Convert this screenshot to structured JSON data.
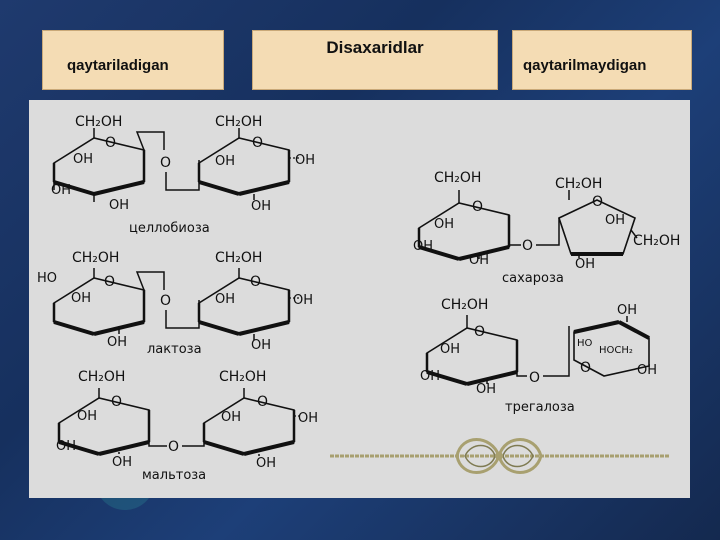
{
  "header": {
    "left_label": "qaytariladigan",
    "center_title": "Disaxaridlar",
    "right_label": "qaytarilmaydigan"
  },
  "molecules": {
    "cellobiose": {
      "name": "целлобиоза",
      "ring1": {
        "ch2oh": "CH₂OH",
        "o": "O",
        "oh_inner": "OH",
        "oh_left": "OH",
        "oh_bottom": "OH"
      },
      "bridge_o": "O",
      "ring2": {
        "ch2oh": "CH₂OH",
        "o": "O",
        "oh_inner": "OH",
        "oh_right": "OH",
        "oh_bottom": "OH"
      }
    },
    "lactose": {
      "name": "лактоза",
      "ring1": {
        "ch2oh": "CH₂OH",
        "o": "O",
        "ho": "HO",
        "oh_inner": "OH",
        "oh_bottom": "OH"
      },
      "bridge_o": "O",
      "ring2": {
        "ch2oh": "CH₂OH",
        "o": "O",
        "oh_inner": "OH",
        "oh_right": "OH",
        "oh_bottom": "OH"
      }
    },
    "maltose": {
      "name": "мальтоза",
      "ring1": {
        "ch2oh": "CH₂OH",
        "o": "O",
        "oh_inner": "OH",
        "oh_left": "OH",
        "oh_bottom": "OH"
      },
      "bridge_o": "O",
      "ring2": {
        "ch2oh": "CH₂OH",
        "o": "O",
        "oh_inner": "OH",
        "oh_right": "OH",
        "oh_bottom": "OH"
      }
    },
    "sucrose": {
      "name": "сахароза",
      "ring1": {
        "ch2oh": "CH₂OH",
        "o": "O",
        "oh_inner": "OH",
        "oh_left": "OH",
        "oh_bottom": "OH"
      },
      "bridge_o": "O",
      "ring2": {
        "ch2oh_top": "CH₂OH",
        "o": "O",
        "oh_inner": "OH",
        "ch2oh_right": "CH₂OH",
        "oh_bottom": "OH"
      }
    },
    "trehalose": {
      "name": "трегалоза",
      "ring1": {
        "ch2oh": "CH₂OH",
        "o": "O",
        "oh_inner": "OH",
        "oh_left": "OH",
        "oh_bottom": "OH"
      },
      "bridge_o": "O",
      "ring2": {
        "oh_top": "OH",
        "ho": "HO",
        "hoch2": "HOCH₂",
        "o": "O",
        "oh_right": "OH"
      }
    }
  },
  "colors": {
    "background": "#1d3f78",
    "header_box": "#f4dcb4",
    "panel": "#dcdcdc",
    "ornament": "#a8a070"
  }
}
